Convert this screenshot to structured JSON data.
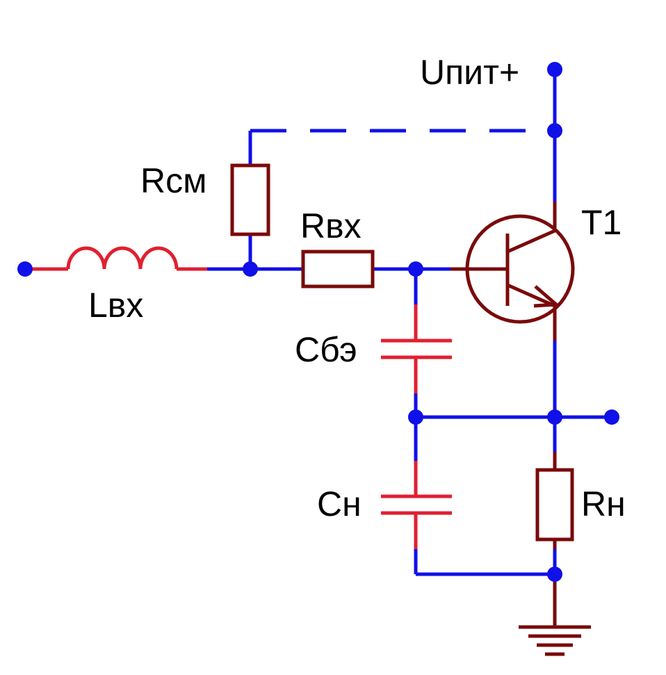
{
  "colors": {
    "wire": "#1010e8",
    "component": "#7a0a0a",
    "red_part": "#e02030",
    "text": "#000000",
    "background": "#ffffff"
  },
  "labels": {
    "supply": "Uпит+",
    "bias_resistor": "Rсм",
    "input_resistor": "Rвх",
    "transistor": "T1",
    "input_inductor": "Lвх",
    "be_capacitor": "Cбэ",
    "load_capacitor": "Cн",
    "load_resistor": "Rн"
  },
  "components": [
    {
      "ref": "Lвх",
      "kind": "inductor"
    },
    {
      "ref": "Rсм",
      "kind": "resistor"
    },
    {
      "ref": "Rвх",
      "kind": "resistor"
    },
    {
      "ref": "Cбэ",
      "kind": "capacitor"
    },
    {
      "ref": "Cн",
      "kind": "capacitor"
    },
    {
      "ref": "Rн",
      "kind": "resistor"
    },
    {
      "ref": "T1",
      "kind": "npn-transistor"
    },
    {
      "ref": "GND",
      "kind": "ground"
    }
  ],
  "icons": {
    "inductor": "inductor-icon",
    "resistor": "resistor-icon",
    "capacitor": "capacitor-icon",
    "transistor": "npn-transistor-icon",
    "ground": "ground-icon"
  }
}
